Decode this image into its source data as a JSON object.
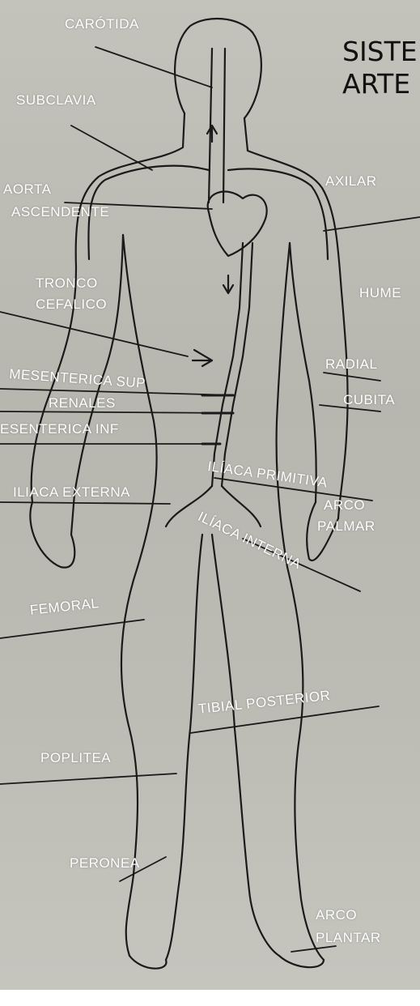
{
  "title": {
    "line1": "SISTE",
    "line2": "ARTE"
  },
  "labels": {
    "carotida": "CARÓTIDA",
    "subclavia": "SUBCLAVIA",
    "aorta": "AORTA",
    "ascendente": "ASCENDENTE",
    "axilar": "AXILAR",
    "tronco": "TRONCO",
    "cefalico": "CEFALICO",
    "humeral": "HUME",
    "mesenterica_sup": "MESENTERICA SUP",
    "radial": "RADIAL",
    "renales": "RENALES",
    "cubital": "CUBITA",
    "mesenterica_inf": "ESENTERICA INF",
    "iliaca_primitiva": "ILÍACA PRIMITIVA",
    "iliaca_externa": "ILIACA EXTERNA",
    "arco": "ARCO",
    "palmar": "PALMAR",
    "iliaca_interna": "ILÍACA INTERNA",
    "femoral": "FEMORAL",
    "tibial_posterior": "TIBIAL POSTERIOR",
    "poplitea": "POPLITEA",
    "peronea": "PERONEA",
    "arco_plantar_1": "ARCO",
    "arco_plantar_2": "PLANTAR"
  },
  "colors": {
    "ink": "#1a1a1a",
    "label": "#ffffff",
    "paper": "#bdbdb5"
  }
}
